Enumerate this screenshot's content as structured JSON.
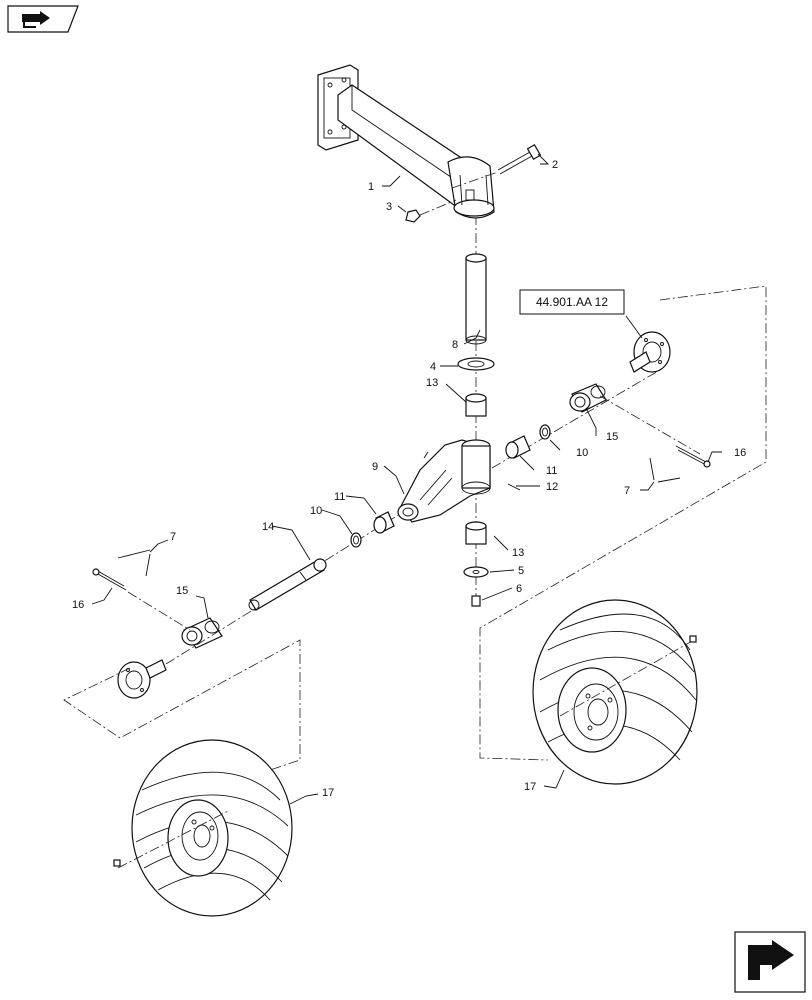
{
  "reference_box": {
    "text": "44.901.AA 12"
  },
  "callouts": [
    {
      "id": "c1",
      "text": "1"
    },
    {
      "id": "c2",
      "text": "2"
    },
    {
      "id": "c3",
      "text": "3"
    },
    {
      "id": "c8",
      "text": "8"
    },
    {
      "id": "c4",
      "text": "4"
    },
    {
      "id": "c13a",
      "text": "13"
    },
    {
      "id": "c15r",
      "text": "15"
    },
    {
      "id": "c10r",
      "text": "10"
    },
    {
      "id": "c11r",
      "text": "11"
    },
    {
      "id": "c12",
      "text": "12"
    },
    {
      "id": "c9",
      "text": "9"
    },
    {
      "id": "c16r",
      "text": "16"
    },
    {
      "id": "c7r",
      "text": "7"
    },
    {
      "id": "c11l",
      "text": "11"
    },
    {
      "id": "c10l",
      "text": "10"
    },
    {
      "id": "c14",
      "text": "14"
    },
    {
      "id": "c13b",
      "text": "13"
    },
    {
      "id": "c5",
      "text": "5"
    },
    {
      "id": "c6",
      "text": "6"
    },
    {
      "id": "c7l",
      "text": "7"
    },
    {
      "id": "c16l",
      "text": "16"
    },
    {
      "id": "c15l",
      "text": "15"
    },
    {
      "id": "c17r",
      "text": "17"
    },
    {
      "id": "c17l",
      "text": "17"
    }
  ],
  "nav": {
    "top_icon": "back-arrow-icon",
    "bottom_icon": "next-page-arrow-icon"
  }
}
